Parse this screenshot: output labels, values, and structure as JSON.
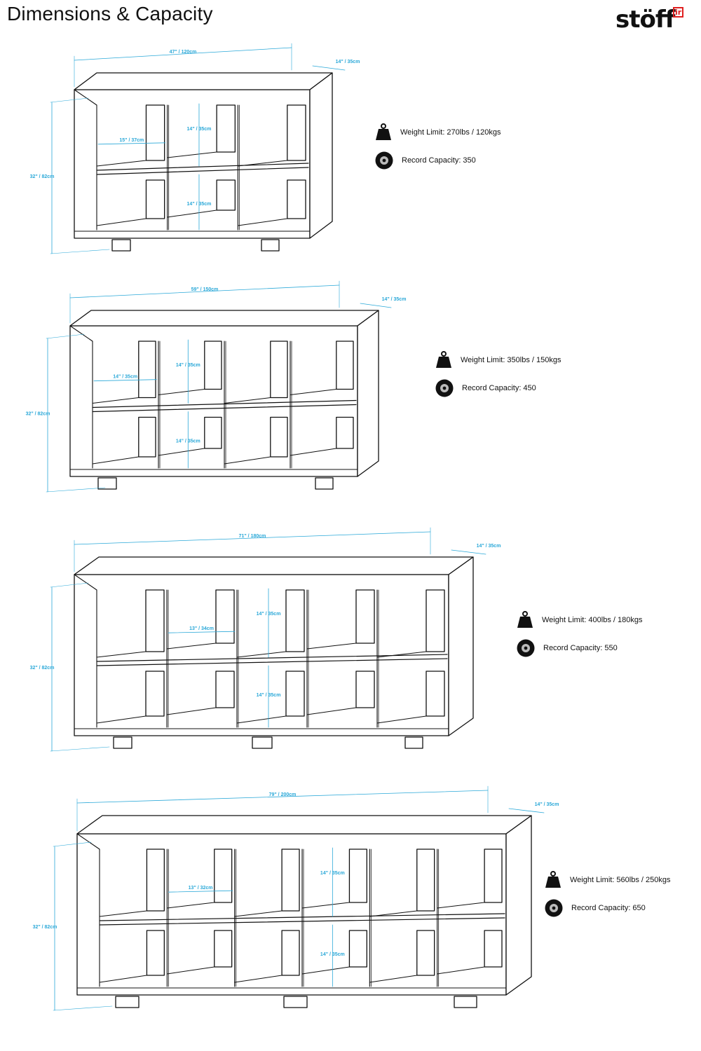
{
  "page": {
    "title": "Dimensions & Capacity",
    "brand": "stöff",
    "brand_mark": "ir"
  },
  "colors": {
    "dimension_line": "#2aa8d8",
    "outline": "#111111",
    "brand_mark": "#e02020"
  },
  "units": [
    {
      "columns": 3,
      "dimensions": {
        "width": "47\" / 120cm",
        "depth": "14\" / 35cm",
        "height": "32\" / 82cm",
        "cube_width": "15\" / 37cm",
        "cube_height_top": "14\" / 35cm",
        "cube_height_bottom": "14\" / 35cm"
      },
      "weight_limit": "Weight Limit: 270lbs / 120kgs",
      "record_capacity": "Record Capacity: 350"
    },
    {
      "columns": 4,
      "dimensions": {
        "width": "59\" / 150cm",
        "depth": "14\" / 35cm",
        "height": "32\" / 82cm",
        "cube_width": "14\" / 35cm",
        "cube_height_top": "14\" / 35cm",
        "cube_height_bottom": "14\" / 35cm"
      },
      "weight_limit": "Weight Limit: 350lbs / 150kgs",
      "record_capacity": "Record Capacity: 450"
    },
    {
      "columns": 5,
      "dimensions": {
        "width": "71\" / 180cm",
        "depth": "14\" / 35cm",
        "height": "32\" / 82cm",
        "cube_width": "13\" / 34cm",
        "cube_height_top": "14\" / 35cm",
        "cube_height_bottom": "14\" / 35cm"
      },
      "weight_limit": "Weight Limit: 400lbs / 180kgs",
      "record_capacity": "Record Capacity: 550"
    },
    {
      "columns": 6,
      "dimensions": {
        "width": "79\" / 200cm",
        "depth": "14\" / 35cm",
        "height": "32\" / 82cm",
        "cube_width": "13\" / 32cm",
        "cube_height_top": "14\" / 35cm",
        "cube_height_bottom": "14\" / 35cm"
      },
      "weight_limit": "Weight Limit: 560lbs / 250kgs",
      "record_capacity": "Record Capacity: 650"
    }
  ]
}
